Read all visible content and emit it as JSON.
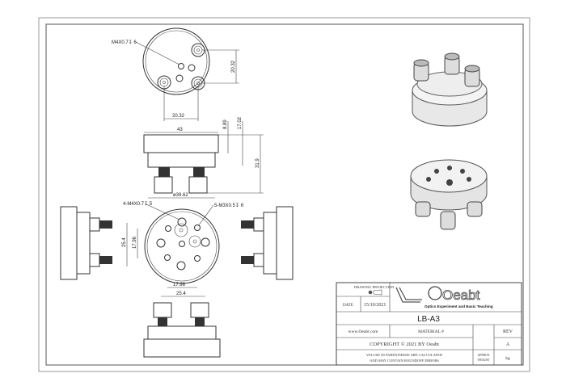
{
  "drawing": {
    "top_view": {
      "callout": "M4X0.7↧ 6",
      "dim_vertical": "20.32",
      "dim_horizontal": "20.32"
    },
    "side_view": {
      "width": "43",
      "dim_a": "8.89",
      "dim_b": "17.02",
      "height": "31.9",
      "diameter": "ø39.62"
    },
    "bottom_view": {
      "callout_left": "4-M4X0.7↧ 5",
      "callout_right": "5-M3X0.5↧ 6",
      "dim_v_outer": "25.4",
      "dim_v_inner": "17.96",
      "dim_h_inner": "17.96",
      "dim_h_outer": "25.4"
    }
  },
  "title_block": {
    "drawing_projection_label": "DRAWING PROJECTION",
    "date_label": "DATE",
    "date_value": "15/10/2021",
    "logo_text": "Oeabt",
    "logo_tagline": "Optics Experiment and Basic Teaching",
    "part_number": "LB-A3",
    "website": "www.Oeabt.com",
    "material_label": "MATERIAL #",
    "rev_label": "REV",
    "rev_value": "A",
    "copyright": "COPYRIGHT © 2021 BY Oeabt",
    "note_line1": "VALUSE IN PARENTHESIS ARE CALCULATED",
    "note_line2": "AND MAY CONTAIN ROUNDOFF ERRORS",
    "approx_weight_label1": "APPROX",
    "approx_weight_label2": "WEIGHT",
    "weight_unit": "kg"
  }
}
